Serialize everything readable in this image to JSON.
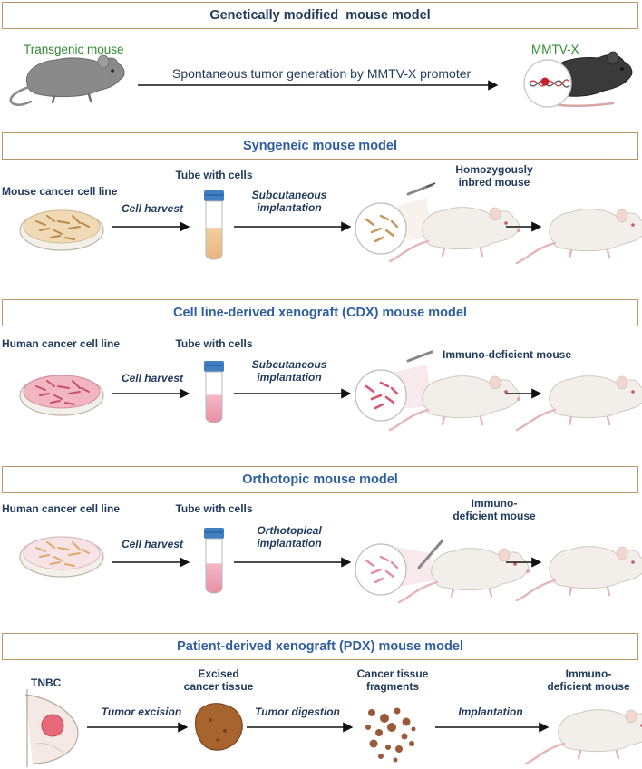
{
  "sections": {
    "gm": {
      "title": "Genetically modified  mouse model",
      "left_label": "Transgenic mouse",
      "right_label": "MMTV-X",
      "arrow_text": "Spontaneous tumor generation by MMTV-X promoter"
    },
    "syn": {
      "title": "Syngeneic mouse model",
      "dish_label": "Mouse cancer cell line",
      "tube_label": "Tube with cells",
      "step1": "Cell harvest",
      "step2": "Subcutaneous\nimplantation",
      "mouse_label": "Homozygously\ninbred mouse"
    },
    "cdx": {
      "title": "Cell line-derived xenograft (CDX) mouse model",
      "dish_label": "Human cancer cell line",
      "tube_label": "Tube with cells",
      "step1": "Cell harvest",
      "step2": "Subcutaneous\nimplantation",
      "mouse_label": "Immuno-deficient mouse"
    },
    "ortho": {
      "title": "Orthotopic mouse model",
      "dish_label": "Human cancer cell line",
      "tube_label": "Tube with cells",
      "step1": "Cell harvest",
      "step2": "Orthotopical\nimplantation",
      "mouse_label": "Immuno-\ndeficient mouse"
    },
    "pdx": {
      "title": "Patient-derived xenograft (PDX) mouse model",
      "source_label": "TNBC",
      "step1": "Tumor excision",
      "tissue_label": "Excised\ncancer tissue",
      "step2": "Tumor digestion",
      "fragments_label": "Cancer tissue\nfragments",
      "step3": "Implantation",
      "mouse_label": "Immuno-\ndeficient mouse"
    }
  },
  "colors": {
    "header_border": "#b8956a",
    "header_text_dark": "#1f3a5a",
    "header_text_blue": "#2f5f9e",
    "label_text": "#1f3a5a",
    "green_text": "#2e8b2e",
    "tube_cap": "#3f7fc2",
    "syn_medium": "#f0d9b5",
    "human_medium": "#f2b6c3",
    "tumor": "#a8642f"
  }
}
